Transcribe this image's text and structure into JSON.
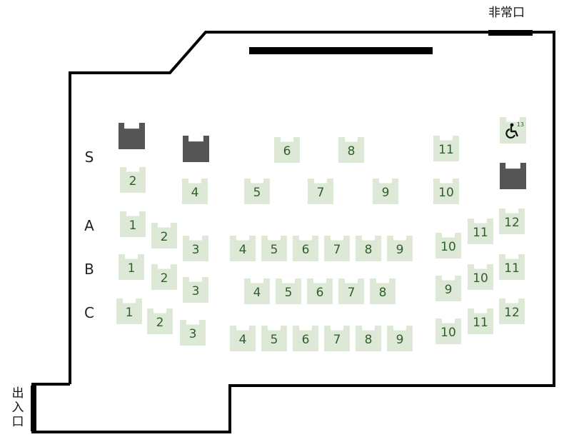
{
  "signs": {
    "emergency_exit": "非常口",
    "entrance_exit": "出入口"
  },
  "row_labels": [
    "S",
    "A",
    "B",
    "C"
  ],
  "colors": {
    "seat": "#dde9d6",
    "seat_text": "#2f5f2a",
    "reserved_block": "#555555",
    "wall": "#000000"
  },
  "wheelchair": {
    "icon": "wheelchair-icon",
    "number": "13"
  },
  "seats": {
    "S": [
      "2",
      "4",
      "5",
      "6",
      "7",
      "8",
      "9",
      "10",
      "11"
    ],
    "A": [
      "1",
      "2",
      "3",
      "4",
      "5",
      "6",
      "7",
      "8",
      "9",
      "10",
      "11",
      "12"
    ],
    "B": [
      "1",
      "2",
      "3",
      "4",
      "5",
      "6",
      "7",
      "8",
      "9",
      "10",
      "11"
    ],
    "C": [
      "1",
      "2",
      "3",
      "4",
      "5",
      "6",
      "7",
      "8",
      "9",
      "10",
      "11",
      "12"
    ]
  }
}
